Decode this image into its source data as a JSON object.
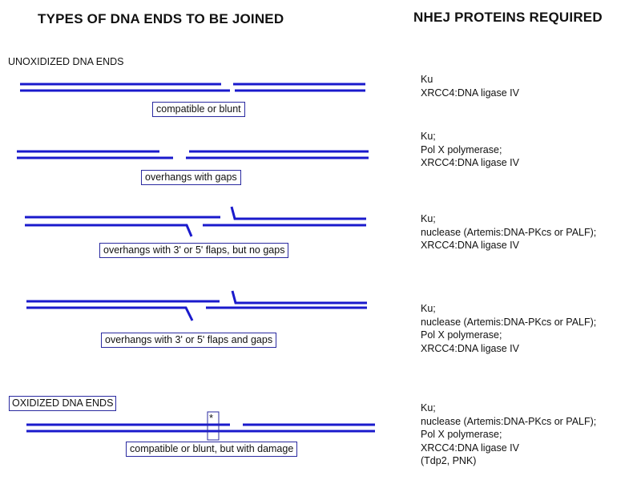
{
  "headers": {
    "left": "TYPES OF DNA ENDS TO BE JOINED",
    "right": "NHEJ PROTEINS REQUIRED"
  },
  "sections": {
    "unoxidized": "UNOXIDIZED DNA ENDS",
    "oxidized": "OXIDIZED DNA ENDS"
  },
  "colors": {
    "dna_strand": "#1a1acc",
    "box_border": "#2a2aa0"
  },
  "rows": [
    {
      "label": "compatible or blunt",
      "proteins": [
        "Ku",
        "XRCC4:DNA ligase IV"
      ]
    },
    {
      "label": "overhangs with gaps",
      "proteins": [
        "Ku;",
        "Pol X polymerase;",
        "XRCC4:DNA ligase IV"
      ]
    },
    {
      "label": "overhangs with 3' or 5' flaps, but no gaps",
      "proteins": [
        "Ku;",
        "nuclease (Artemis:DNA-PKcs or PALF);",
        "XRCC4:DNA ligase IV"
      ]
    },
    {
      "label": "overhangs with 3' or 5' flaps and gaps",
      "proteins": [
        "Ku;",
        "nuclease (Artemis:DNA-PKcs or PALF);",
        "Pol X polymerase;",
        "XRCC4:DNA ligase IV"
      ]
    },
    {
      "label": "compatible or blunt, but with damage",
      "damage_mark": "*",
      "proteins": [
        "Ku;",
        "nuclease (Artemis:DNA-PKcs or PALF);",
        "Pol X polymerase;",
        "XRCC4:DNA ligase IV",
        "(Tdp2, PNK)"
      ]
    }
  ]
}
